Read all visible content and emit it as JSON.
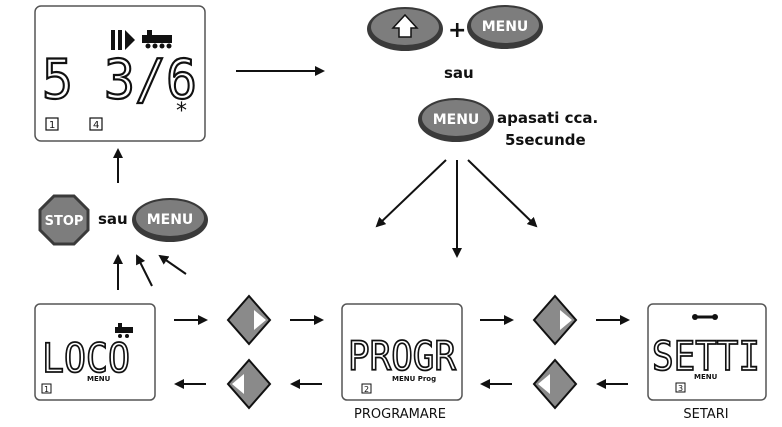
{
  "display_main": {
    "segment_text": "5  3/6",
    "indicator_left": "1",
    "indicator_right": "4",
    "star": "*"
  },
  "buttons": {
    "shift_label": "⇧",
    "plus": "+",
    "menu_label": "MENU",
    "stop_label": "STOP"
  },
  "texts": {
    "sau_top": "sau",
    "apasati_line1": "apasati cca.",
    "apasati_line2": "5secunde",
    "sau_left": "sau"
  },
  "screens": {
    "loco": {
      "text": "LOCO",
      "sub": "MENU",
      "index": "1"
    },
    "progr": {
      "text": "PROGR",
      "sub": "MENU Prog",
      "index": "2",
      "caption": "PROGRAMARE"
    },
    "setti": {
      "text": "SETTI",
      "sub": "MENU",
      "index": "3",
      "caption": "SETARI"
    }
  },
  "colors": {
    "button_fill": "#7d7d7d",
    "button_rim": "#3a3a3a",
    "lcd_border": "#555555",
    "arrow": "#111111",
    "diamond_fill": "#8a8a8a"
  }
}
